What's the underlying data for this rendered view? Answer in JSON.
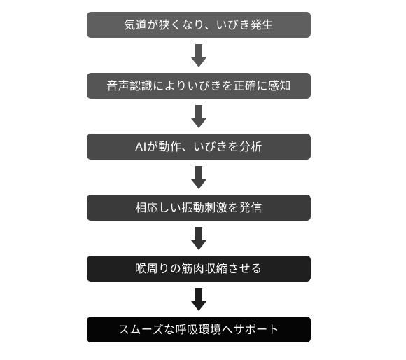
{
  "steps": [
    {
      "label": "気道が狭くなり、いびき発生",
      "color": "#5f5f5f"
    },
    {
      "label": "音声認識によりいびきを正確に感知",
      "color": "#555555"
    },
    {
      "label": "AIが動作、いびきを分析",
      "color": "#494949"
    },
    {
      "label": "相応しい振動刺激を発信",
      "color": "#3a3a3a"
    },
    {
      "label": "喉周りの筋肉収縮させる",
      "color": "#1f1f1f"
    },
    {
      "label": "スムーズな呼吸環境へサポート",
      "color": "#050505"
    }
  ],
  "arrows": [
    {
      "icon": "down-arrow-icon",
      "color": "#555555"
    },
    {
      "icon": "down-arrow-icon",
      "color": "#4d4d4d"
    },
    {
      "icon": "down-arrow-icon",
      "color": "#414141"
    },
    {
      "icon": "down-arrow-icon",
      "color": "#333333"
    },
    {
      "icon": "down-arrow-icon",
      "color": "#1c1c1c"
    }
  ]
}
